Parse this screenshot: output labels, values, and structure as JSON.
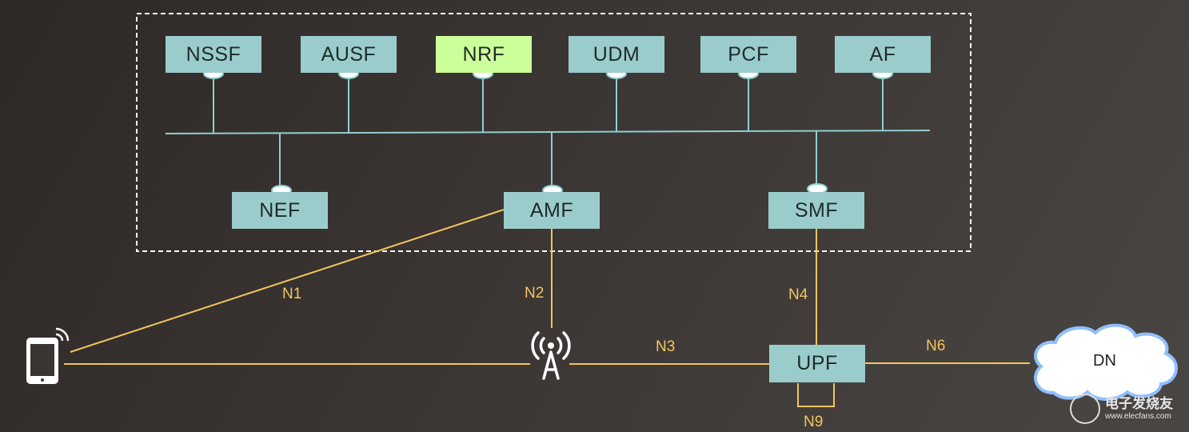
{
  "network_functions": {
    "nssf": "NSSF",
    "ausf": "AUSF",
    "nrf": "NRF",
    "udm": "UDM",
    "pcf": "PCF",
    "af": "AF",
    "nef": "NEF",
    "amf": "AMF",
    "smf": "SMF",
    "upf": "UPF",
    "dn": "DN"
  },
  "interfaces": {
    "n1": "N1",
    "n2": "N2",
    "n3": "N3",
    "n4": "N4",
    "n6": "N6",
    "n9": "N9"
  },
  "watermark": {
    "chinese": "电子发烧友",
    "url": "www.elecfans.com"
  },
  "colors": {
    "nf_box": "#9bcccc",
    "nrf_box": "#ccff99",
    "bus_line": "#8fcfcf",
    "user_plane_line": "#f2c55c",
    "cloud_outline": "#8fbfff"
  }
}
